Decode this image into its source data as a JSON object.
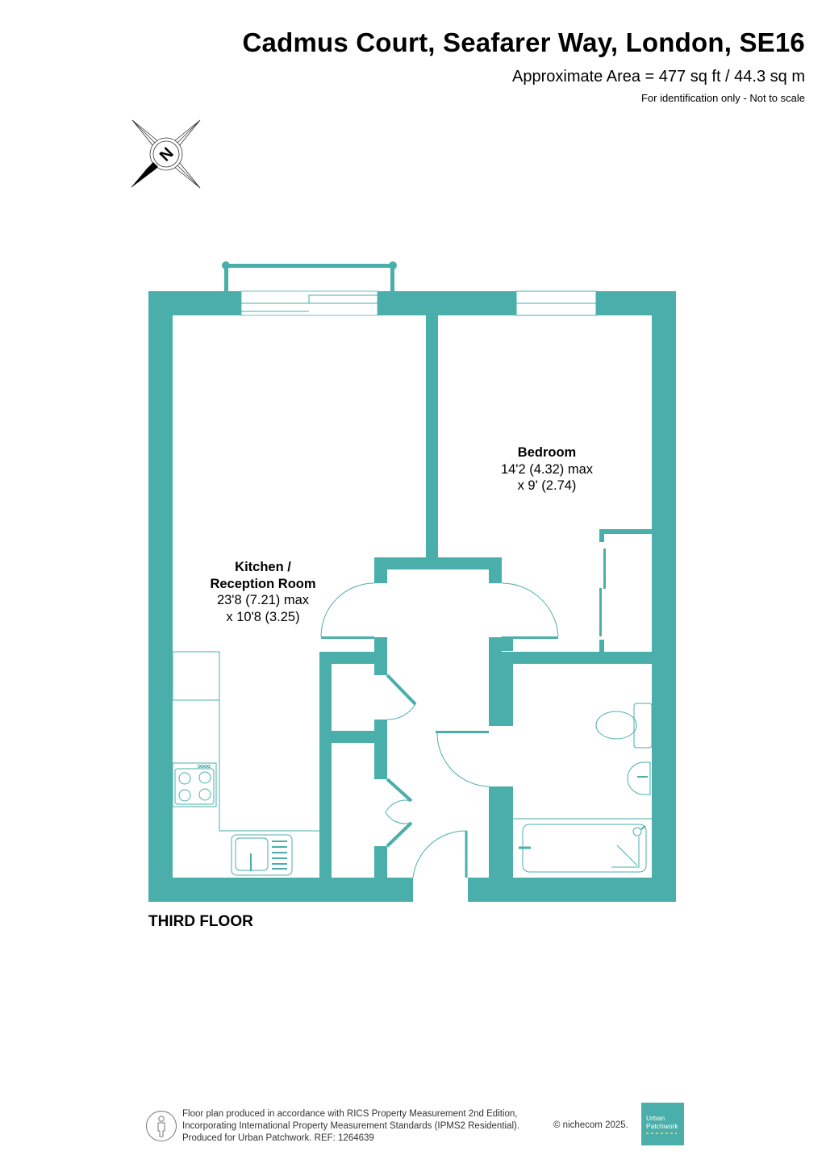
{
  "header": {
    "title": "Cadmus Court, Seafarer Way, London, SE16",
    "area": "Approximate Area = 477 sq ft / 44.3 sq m",
    "disclaimer": "For identification only - Not to scale"
  },
  "compass": {
    "icon": "compass-north-icon",
    "label": "N"
  },
  "colors": {
    "wall": "#4aafaa",
    "fixture_line": "#4aafaa",
    "text": "#000000"
  },
  "rooms": [
    {
      "name": "Kitchen /",
      "name2": "Reception Room",
      "dim1": "23'8 (7.21) max",
      "dim2": "x 10'8 (3.25)"
    },
    {
      "name": "Bedroom",
      "dim1": "14'2 (4.32) max",
      "dim2": "x 9' (2.74)"
    }
  ],
  "floor": {
    "label": "THIRD FLOOR"
  },
  "footer": {
    "line1": "Floor plan produced in accordance with RICS Property Measurement 2nd Edition,",
    "line2": "Incorporating International Property Measurement Standards (IPMS2 Residential).",
    "line3": "Produced for Urban Patchwork.   REF:  1264639",
    "copyright": "© nichecom 2025.",
    "brand_line1": "Urban",
    "brand_line2": "Patchwork"
  }
}
